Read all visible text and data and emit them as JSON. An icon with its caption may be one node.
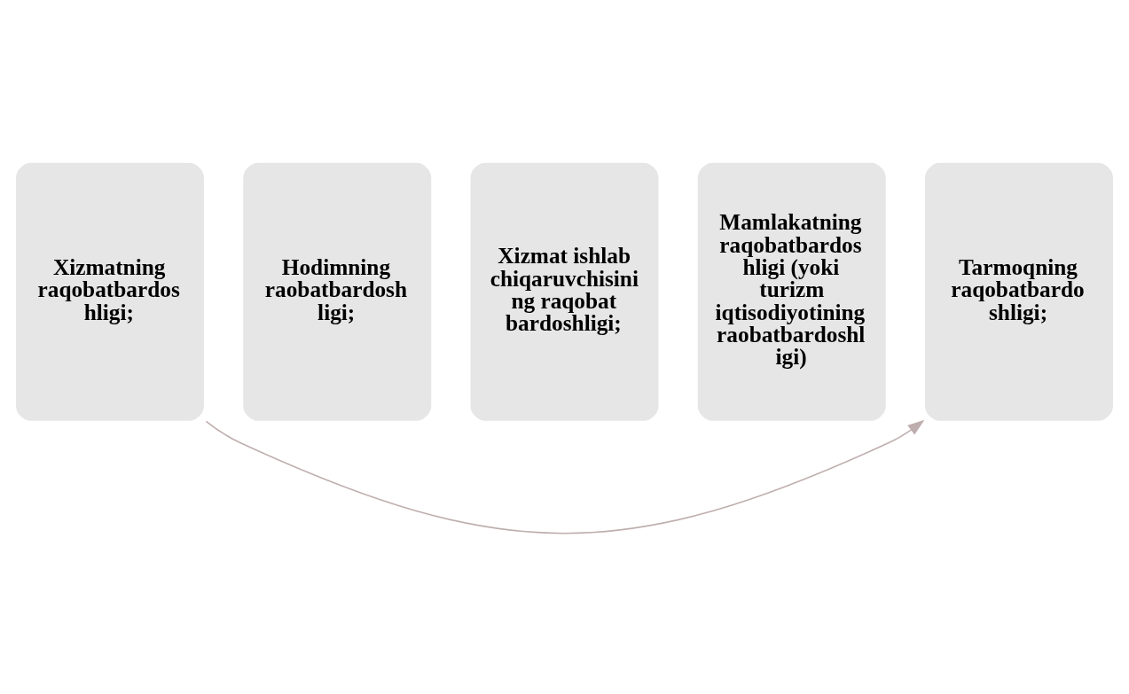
{
  "diagram": {
    "nodes": [
      {
        "text": [
          "Xizmatning raqobatbardos hligi;"
        ]
      },
      {
        "text": [
          "Hodimning raobatbardosh ligi;"
        ]
      },
      {
        "text": [
          "Xizmat ishlab chiqaruvchisini ng raqobat bardoshligi;"
        ]
      },
      {
        "text": [
          "Mamlakatning raqobatbardos hligi (yoki turizm iqtisodiyotining raobatbardoshl igi)"
        ]
      },
      {
        "text": [
          "Tarmoqning raqobatbardo shligi;"
        ]
      }
    ],
    "edges": [
      {
        "from": 0,
        "to": 4,
        "arrow": "to",
        "color": "#bfaeae"
      }
    ]
  }
}
